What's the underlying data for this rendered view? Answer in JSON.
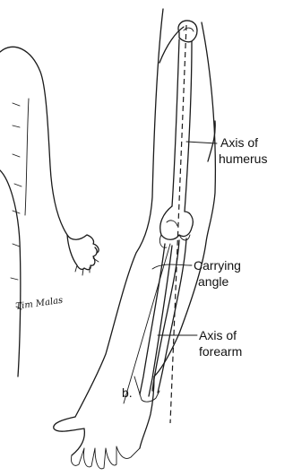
{
  "figure": {
    "labels": {
      "axis_humerus_line1": "Axis of",
      "axis_humerus_line2": "humerus",
      "carrying_angle_line1": "Carrying",
      "carrying_angle_line2": "angle",
      "axis_forearm_line1": "Axis of",
      "axis_forearm_line2": "forearm",
      "panel": "b."
    },
    "signature": "Tim Malas"
  }
}
